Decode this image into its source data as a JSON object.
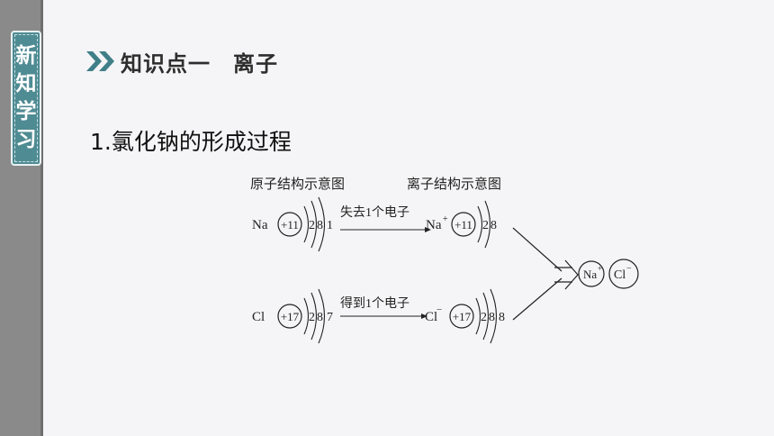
{
  "sidebar": {
    "tag_chars": [
      "新",
      "知",
      "学",
      "习"
    ]
  },
  "heading": {
    "text": "知识点一　离子"
  },
  "subheading": {
    "text": "1.氯化钠的形成过程"
  },
  "diagram": {
    "label_atom": "原子结构示意图",
    "label_ion": "离子结构示意图",
    "na": {
      "symbol": "Na",
      "nucleus": "+11",
      "shells": [
        "2",
        "8",
        "1"
      ],
      "arrow_label": "失去1个电子",
      "ion_symbol": "Na",
      "ion_charge": "+",
      "ion_shells": [
        "2",
        "8"
      ]
    },
    "cl": {
      "symbol": "Cl",
      "nucleus": "+17",
      "shells": [
        "2",
        "8",
        "7"
      ],
      "arrow_label": "得到1个电子",
      "ion_symbol": "Cl",
      "ion_charge": "−",
      "ion_shells": [
        "2",
        "8",
        "8"
      ]
    },
    "product": {
      "na_symbol": "Na",
      "na_charge": "+",
      "cl_symbol": "Cl",
      "cl_charge": "−"
    }
  }
}
